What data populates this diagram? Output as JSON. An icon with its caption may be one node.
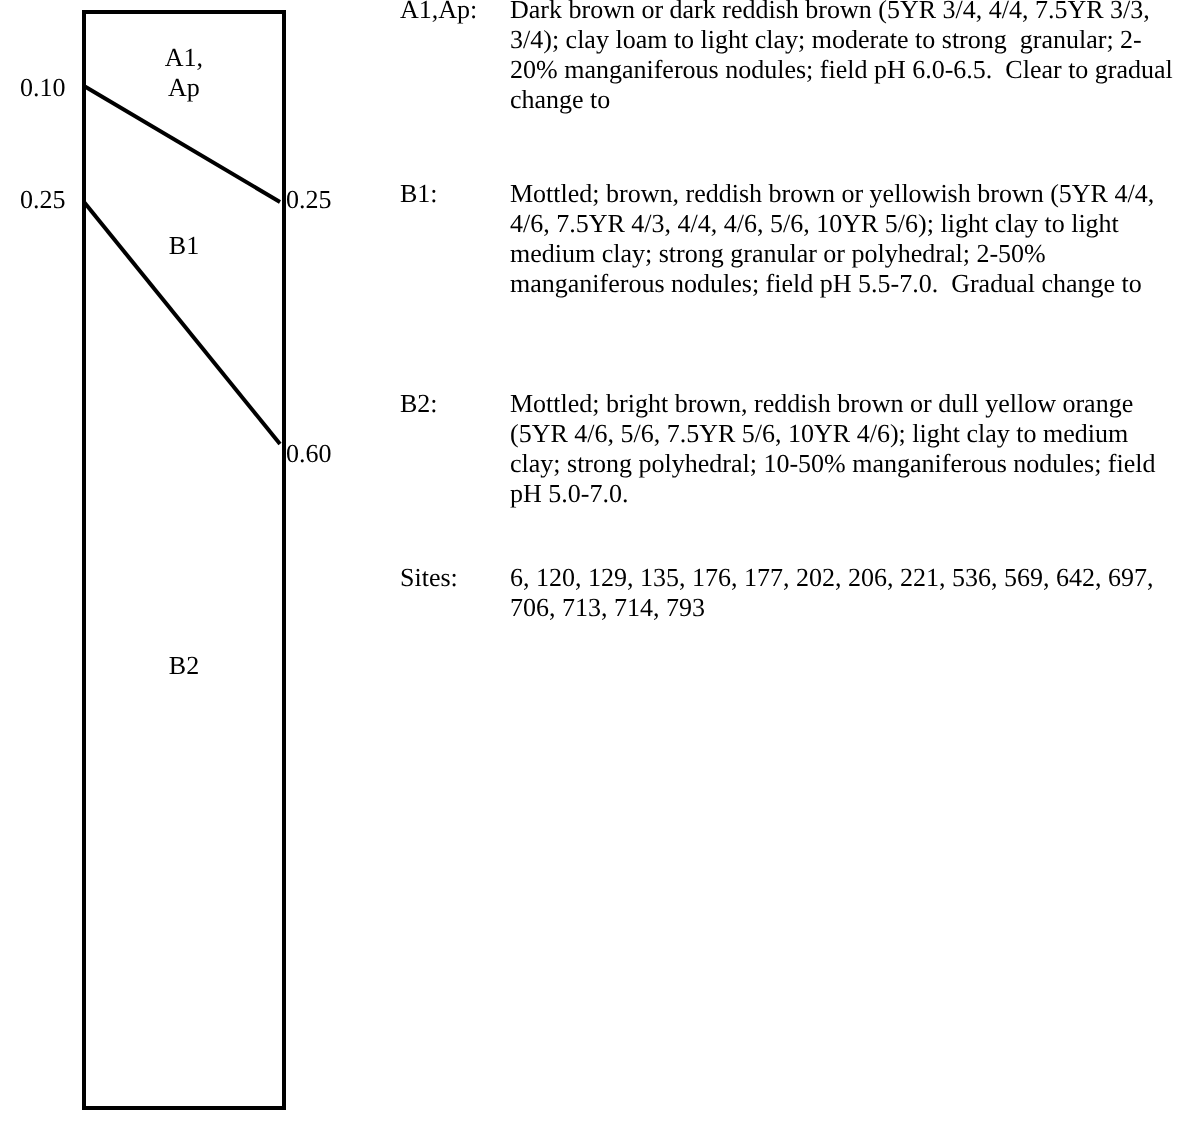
{
  "diagram": {
    "nodes": [
      {
        "text": [
          "A1, Ap",
          "B1",
          "B2"
        ],
        "beside": [
          "0.10",
          "0.25",
          "0.25",
          "0.60"
        ]
      }
    ],
    "labels": [
      "A1,Ap:",
      "Dark brown or dark reddish brown (5YR 3/4, 4/4, 7.5YR 3/3, 3/4); clay loam to light clay; moderate to strong  granular; 2-20% manganiferous nodules; field pH 6.0-6.5.  Clear to gradual change to",
      "B1:",
      "Mottled; brown, reddish brown or yellowish brown (5YR 4/4, 4/6, 7.5YR 4/3, 4/4, 4/6, 5/6, 10YR 5/6); light clay to light medium clay; strong granular or polyhedral; 2-50% manganiferous nodules; field pH 5.5-7.0.  Gradual change to",
      "B2:",
      "Mottled; bright brown, reddish brown or dull yellow orange (5YR 4/6, 5/6, 7.5YR 5/6, 10YR 4/6); light clay to medium clay; strong polyhedral; 10-50% manganiferous nodules; field pH 5.0-7.0.",
      "Sites:",
      "6, 120, 129, 135, 176, 177, 202, 206, 221, 536, 569, 642, 697, 706, 713, 714, 793"
    ]
  }
}
